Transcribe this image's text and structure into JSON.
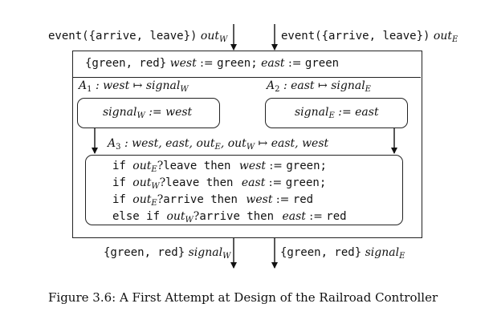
{
  "inputs": {
    "west": {
      "event": "event",
      "set": "({arrive, leave})",
      "var": "out",
      "sub": "W"
    },
    "east": {
      "event": "event",
      "set": "({arrive, leave})",
      "var": "out",
      "sub": "E"
    }
  },
  "state": {
    "type": "{green, red}",
    "init_west_lhs": "west",
    "assign": ":=",
    "init_west_rhs": "green;",
    "init_east_lhs": "east",
    "init_east_rhs": "green"
  },
  "actor1": {
    "name": "A",
    "idx": "1",
    "sig_pre": ": west",
    "arrow": "↦",
    "out": "signal",
    "out_sub": "W",
    "body_lhs": "signal",
    "body_sub": "W",
    "body_rhs": ":= west"
  },
  "actor2": {
    "name": "A",
    "idx": "2",
    "sig_pre": ": east",
    "arrow": "↦",
    "out": "signal",
    "out_sub": "E",
    "body_lhs": "signal",
    "body_sub": "E",
    "body_rhs": ":= east"
  },
  "actor3": {
    "name": "A",
    "idx": "3",
    "sig_pre": ": west, east, out",
    "sub1": "E",
    "sig_mid": ", out",
    "sub2": "W",
    "arrow": "↦",
    "sig_post": "east, west",
    "code": [
      {
        "kw": "if ",
        "var": "out",
        "sub": "E",
        "q": "?",
        "ev": "leave then ",
        "lhs": "west",
        "asg": " := ",
        "rhs": "green;"
      },
      {
        "kw": "if ",
        "var": "out",
        "sub": "W",
        "q": "?",
        "ev": "leave then ",
        "lhs": "east",
        "asg": " := ",
        "rhs": "green;"
      },
      {
        "kw": "if ",
        "var": "out",
        "sub": "E",
        "q": "?",
        "ev": "arrive then ",
        "lhs": "west",
        "asg": " := ",
        "rhs": "red"
      },
      {
        "kw": "else if ",
        "var": "out",
        "sub": "W",
        "q": "?",
        "ev": "arrive then ",
        "lhs": "east",
        "asg": " := ",
        "rhs": "red"
      }
    ]
  },
  "outputs": {
    "west": {
      "type": "{green, red}",
      "var": "signal",
      "sub": "W"
    },
    "east": {
      "type": "{green, red}",
      "var": "signal",
      "sub": "E"
    }
  },
  "caption": "Figure 3.6: A First Attempt at Design of the Railroad Controller"
}
